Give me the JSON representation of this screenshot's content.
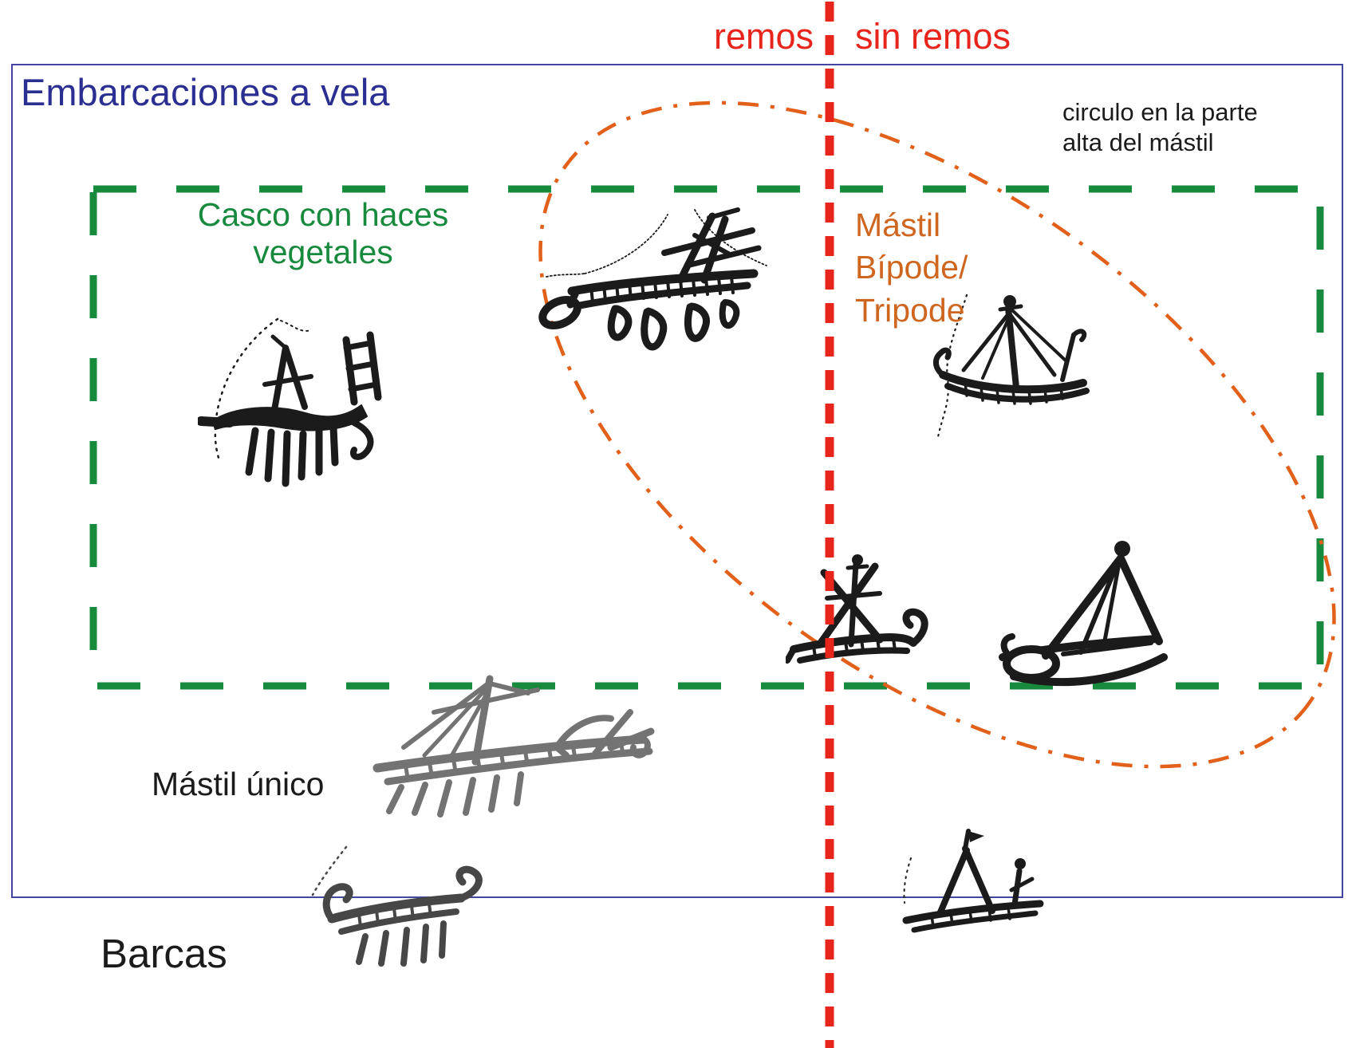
{
  "colors": {
    "red": "#e8251c",
    "green": "#178a3e",
    "orange_text": "#cf661f",
    "orange_ellipse": "#e2601a",
    "blue": "#2b2f92",
    "blue_border": "#4345a0",
    "black": "#1b1b1b",
    "grey_boat": "#737373"
  },
  "header": {
    "left_label": "remos",
    "right_label": "sin remos"
  },
  "panel": {
    "title": "Embarcaciones a vela",
    "note_line1": "circulo en la parte",
    "note_line2": "alta del mástil"
  },
  "green_zone": {
    "label_line1": "Casco con haces",
    "label_line2": "vegetales"
  },
  "orange_zone": {
    "label_line1": "Mástil",
    "label_line2": "Bípode/",
    "label_line3": "Tripode"
  },
  "labels": {
    "single_mast": "Mástil único",
    "boats_row": "Barcas"
  },
  "figures": [
    "petroglyph-boat-vegetal-hull",
    "petroglyph-boat-oar-loops",
    "petroglyph-boat-sin-remos-top",
    "petroglyph-boat-star-mast",
    "petroglyph-boat-triangle-sail-circle",
    "petroglyph-boat-single-mast-grey",
    "petroglyph-boat-barca-left",
    "petroglyph-boat-barca-right"
  ]
}
